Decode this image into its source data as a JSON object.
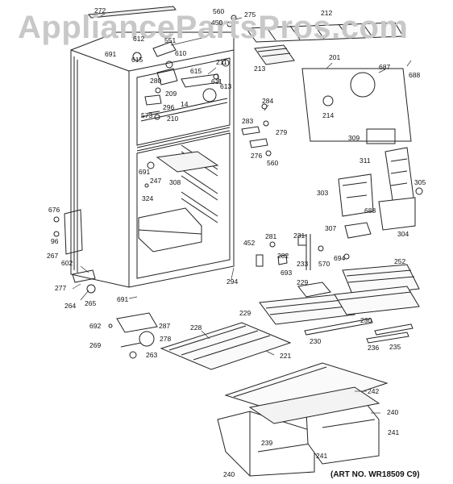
{
  "watermark": "AppliancePartsPros.com",
  "art_number": "(ART NO. WR18509 C9)",
  "callouts": [
    {
      "id": "c272",
      "text": "272"
    },
    {
      "id": "c560a",
      "text": "560"
    },
    {
      "id": "c450",
      "text": "450"
    },
    {
      "id": "c275",
      "text": "275"
    },
    {
      "id": "c212",
      "text": "212"
    },
    {
      "id": "c612",
      "text": "612"
    },
    {
      "id": "c551",
      "text": "551"
    },
    {
      "id": "c691a",
      "text": "691"
    },
    {
      "id": "c615a",
      "text": "615"
    },
    {
      "id": "c610",
      "text": "610"
    },
    {
      "id": "c213",
      "text": "213"
    },
    {
      "id": "c201",
      "text": "201"
    },
    {
      "id": "c211",
      "text": "211"
    },
    {
      "id": "c687",
      "text": "687"
    },
    {
      "id": "c688a",
      "text": "688"
    },
    {
      "id": "c280",
      "text": "280"
    },
    {
      "id": "c615b",
      "text": "615"
    },
    {
      "id": "c611",
      "text": "611"
    },
    {
      "id": "c209",
      "text": "209"
    },
    {
      "id": "c613",
      "text": "613"
    },
    {
      "id": "c14",
      "text": "14"
    },
    {
      "id": "c296",
      "text": "296"
    },
    {
      "id": "c573",
      "text": "573"
    },
    {
      "id": "c210",
      "text": "210"
    },
    {
      "id": "c284",
      "text": "284"
    },
    {
      "id": "c214",
      "text": "214"
    },
    {
      "id": "c283",
      "text": "283"
    },
    {
      "id": "c279",
      "text": "279"
    },
    {
      "id": "c309",
      "text": "309"
    },
    {
      "id": "c276a",
      "text": "276"
    },
    {
      "id": "c560b",
      "text": "560"
    },
    {
      "id": "c311",
      "text": "311"
    },
    {
      "id": "c691b",
      "text": "691"
    },
    {
      "id": "c247",
      "text": "247"
    },
    {
      "id": "c308",
      "text": "308"
    },
    {
      "id": "c303",
      "text": "303"
    },
    {
      "id": "c305",
      "text": "305"
    },
    {
      "id": "c324",
      "text": "324"
    },
    {
      "id": "c688b",
      "text": "688"
    },
    {
      "id": "c676",
      "text": "676"
    },
    {
      "id": "c304",
      "text": "304"
    },
    {
      "id": "c307",
      "text": "307"
    },
    {
      "id": "c96",
      "text": "96"
    },
    {
      "id": "c281",
      "text": "281"
    },
    {
      "id": "c231",
      "text": "231"
    },
    {
      "id": "c452",
      "text": "452"
    },
    {
      "id": "c267",
      "text": "267"
    },
    {
      "id": "c282",
      "text": "282"
    },
    {
      "id": "c694",
      "text": "694"
    },
    {
      "id": "c233",
      "text": "233"
    },
    {
      "id": "c570",
      "text": "570"
    },
    {
      "id": "c252",
      "text": "252"
    },
    {
      "id": "c602",
      "text": "602"
    },
    {
      "id": "c693",
      "text": "693"
    },
    {
      "id": "c294",
      "text": "294"
    },
    {
      "id": "c229a",
      "text": "229"
    },
    {
      "id": "c277",
      "text": "277"
    },
    {
      "id": "c264",
      "text": "264"
    },
    {
      "id": "c265",
      "text": "265"
    },
    {
      "id": "c691c",
      "text": "691"
    },
    {
      "id": "c229b",
      "text": "229"
    },
    {
      "id": "c230a",
      "text": "230"
    },
    {
      "id": "c230b",
      "text": "230"
    },
    {
      "id": "c236",
      "text": "236"
    },
    {
      "id": "c235",
      "text": "235"
    },
    {
      "id": "c692",
      "text": "692"
    },
    {
      "id": "c287",
      "text": "287"
    },
    {
      "id": "c228",
      "text": "228"
    },
    {
      "id": "c278",
      "text": "278"
    },
    {
      "id": "c269",
      "text": "269"
    },
    {
      "id": "c263",
      "text": "263"
    },
    {
      "id": "c221",
      "text": "221"
    },
    {
      "id": "c242",
      "text": "242"
    },
    {
      "id": "c240a",
      "text": "240"
    },
    {
      "id": "c239",
      "text": "239"
    },
    {
      "id": "c241a",
      "text": "241"
    },
    {
      "id": "c241b",
      "text": "241"
    },
    {
      "id": "c240b",
      "text": "240"
    }
  ]
}
